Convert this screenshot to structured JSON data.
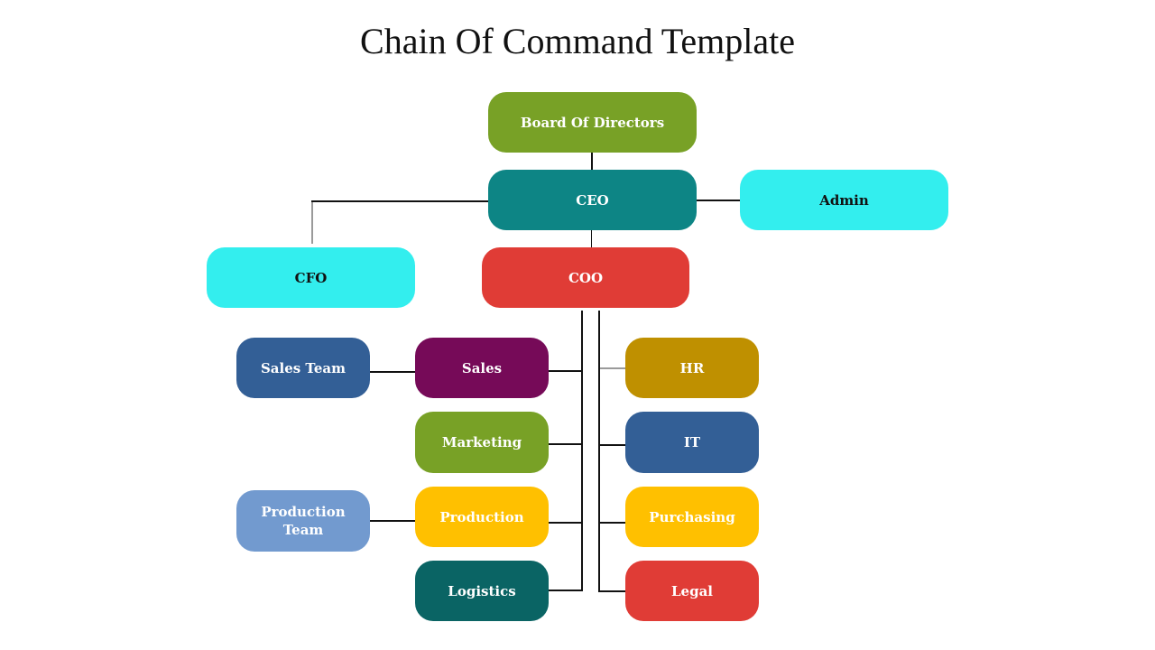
{
  "title": "Chain Of Command Template",
  "colors": {
    "green": "#78a126",
    "teal": "#0d8585",
    "cyan": "#33eeee",
    "red": "#e03c36",
    "purple": "#760a58",
    "blue": "#335f96",
    "lightblue": "#729acf",
    "yellow": "#ffc000",
    "darkteal": "#0a6464",
    "gold": "#bf9000"
  },
  "nodes": {
    "board": "Board Of Directors",
    "ceo": "CEO",
    "admin": "Admin",
    "cfo": "CFO",
    "coo": "COO",
    "sales_team": "Sales Team",
    "sales": "Sales",
    "marketing": "Marketing",
    "production_team": "Production Team",
    "production": "Production",
    "logistics": "Logistics",
    "hr": "HR",
    "it": "IT",
    "purchasing": "Purchasing",
    "legal": "Legal"
  }
}
